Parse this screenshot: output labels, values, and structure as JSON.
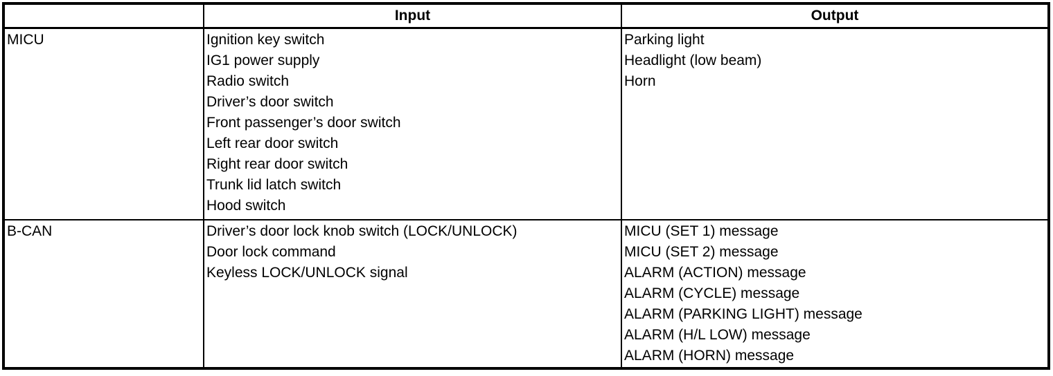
{
  "table": {
    "columns": [
      {
        "label": ""
      },
      {
        "label": "Input"
      },
      {
        "label": "Output"
      }
    ],
    "rows": [
      {
        "system": "MICU",
        "inputs": [
          "Ignition key switch",
          "IG1 power supply",
          "Radio switch",
          "Driver’s door switch",
          "Front passenger’s door switch",
          "Left rear door switch",
          "Right rear door switch",
          "Trunk lid latch switch",
          "Hood switch"
        ],
        "outputs": [
          "Parking light",
          "Headlight (low beam)",
          "Horn"
        ]
      },
      {
        "system": "B-CAN",
        "inputs": [
          "Driver’s door lock knob switch (LOCK/UNLOCK)",
          "Door lock command",
          "Keyless LOCK/UNLOCK signal"
        ],
        "outputs": [
          "MICU (SET 1) message",
          "MICU (SET 2) message",
          "ALARM (ACTION) message",
          "ALARM (CYCLE) message",
          "ALARM (PARKING LIGHT) message",
          "ALARM (H/L LOW) message",
          "ALARM (HORN) message"
        ]
      }
    ],
    "colors": {
      "border": "#000000",
      "text": "#000000",
      "background": "#ffffff"
    }
  }
}
